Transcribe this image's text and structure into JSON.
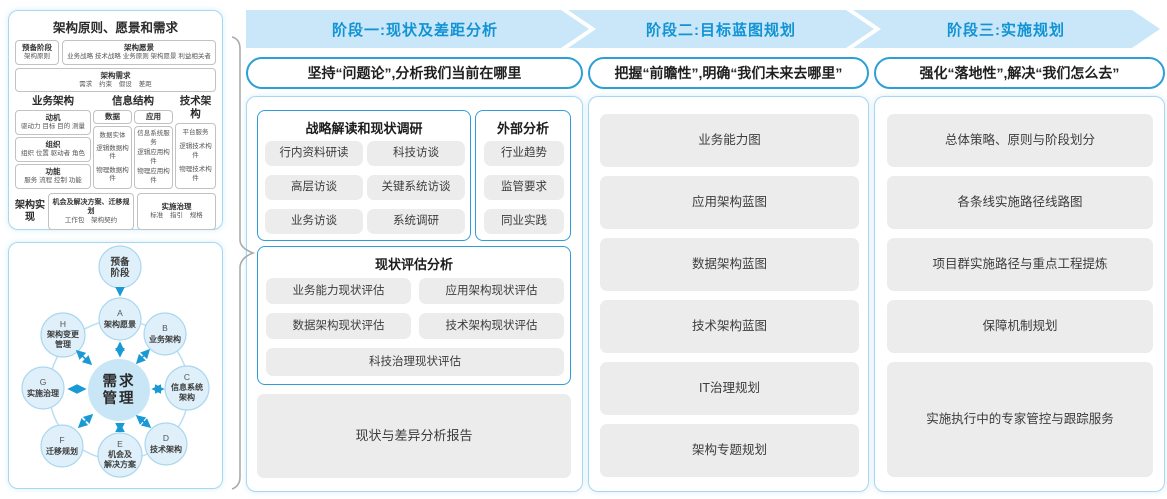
{
  "colors": {
    "accent_blue": "#1293d4",
    "band_fill": "#c9e7f8",
    "panel_border": "#a7d8f1",
    "group_border": "#2f9ed8",
    "item_gray": "#ececec",
    "arrow_blue": "#1a9ad5",
    "circle_fill": "#dff0fa",
    "center_fill": "#c9e6f6"
  },
  "left": {
    "arch": {
      "title": "架构原则、愿景和需求",
      "prep_stage": "预备阶段",
      "prep_item": "架构原则",
      "vision_title": "架构愿景",
      "vision_items": "业务战略 技术战略 业务原则 架构愿景 利益相关者",
      "req_title": "架构需求",
      "req_items": "需求 约束 假设 差距",
      "biz_title": "业务架构",
      "biz_groups": [
        {
          "name": "动机",
          "items": "驱动力 目标 目的 测量"
        },
        {
          "name": "组织",
          "items": "组织 位置 驱动者 角色"
        },
        {
          "name": "功能",
          "items": "服务 流程 控制 功能"
        }
      ],
      "info_title": "信息结构",
      "data_title": "数据",
      "data_items": [
        "数据实体",
        "逻辑数据构件",
        "物理数据构件"
      ],
      "app_title": "应用",
      "app_items": [
        "信息系统服务",
        "逻辑应用构件",
        "物理应用构件"
      ],
      "tech_title": "技术架构",
      "tech_items": [
        "平台服务",
        "逻辑技术构件",
        "物理技术构件"
      ],
      "real_label": "架构实现",
      "real_box1_title": "机会及解决方案、迁移规划",
      "real_box1_items": "工作包 架构契约",
      "real_box2_title": "实施治理",
      "real_box2_items": "标准 指引 规格"
    },
    "cycle": {
      "prep": [
        "预备",
        "阶段"
      ],
      "center": [
        "需求",
        "管理"
      ],
      "nodes": [
        {
          "id": "A",
          "lines": [
            "架构愿景"
          ]
        },
        {
          "id": "B",
          "lines": [
            "业务架构"
          ]
        },
        {
          "id": "C",
          "lines": [
            "信息系统",
            "架构"
          ]
        },
        {
          "id": "D",
          "lines": [
            "技术架构"
          ]
        },
        {
          "id": "E",
          "lines": [
            "机会及",
            "解决方案"
          ]
        },
        {
          "id": "F",
          "lines": [
            "迁移规划"
          ]
        },
        {
          "id": "G",
          "lines": [
            "实施治理"
          ]
        },
        {
          "id": "H",
          "lines": [
            "架构变更",
            "管理"
          ]
        }
      ]
    }
  },
  "phases": [
    {
      "title": "阶段一:现状及差距分析",
      "subtitle": "坚持“问题论”,分析我们当前在哪里",
      "research_title": "战略解读和现状调研",
      "research_items": [
        "行内资料研读",
        "科技访谈",
        "高层访谈",
        "关键系统访谈",
        "业务访谈",
        "系统调研"
      ],
      "external_title": "外部分析",
      "external_items": [
        "行业趋势",
        "监管要求",
        "同业实践"
      ],
      "assess_title": "现状评估分析",
      "assess_items": [
        "业务能力现状评估",
        "应用架构现状评估",
        "数据架构现状评估",
        "技术架构现状评估",
        "科技治理现状评估"
      ],
      "report": "现状与差异分析报告"
    },
    {
      "title": "阶段二:目标蓝图规划",
      "subtitle": "把握“前瞻性”,明确“我们未来去哪里”",
      "items": [
        "业务能力图",
        "应用架构蓝图",
        "数据架构蓝图",
        "技术架构蓝图",
        "IT治理规划",
        "架构专题规划"
      ]
    },
    {
      "title": "阶段三:实施规划",
      "subtitle": "强化“落地性”,解决“我们怎么去”",
      "items": [
        "总体策略、原则与阶段划分",
        "各条线实施路径线路图",
        "项目群实施路径与重点工程提炼",
        "保障机制规划",
        "实施执行中的专家管控与跟踪服务"
      ]
    }
  ]
}
